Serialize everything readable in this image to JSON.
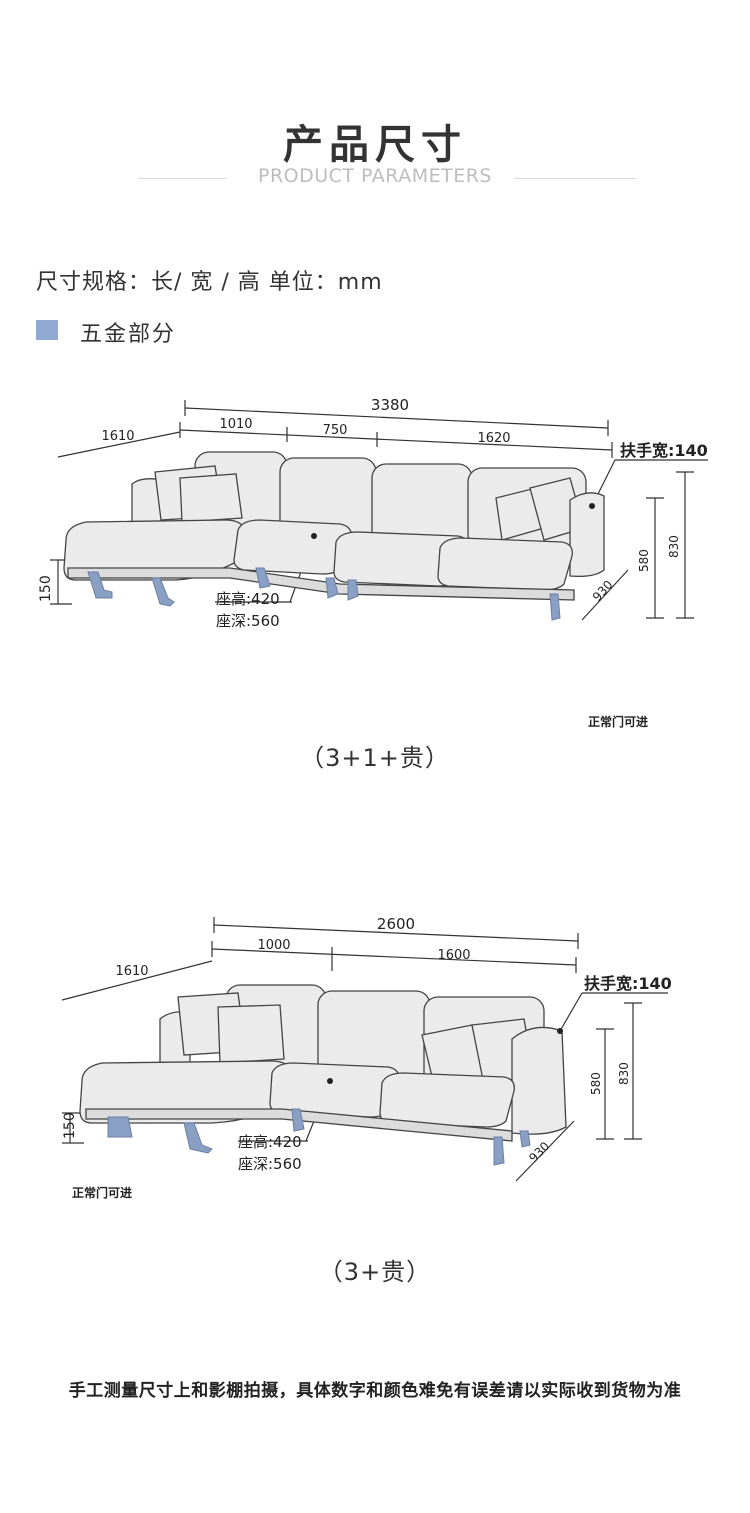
{
  "header": {
    "title": "产品尺寸",
    "subtitle": "PRODUCT PARAMETERS"
  },
  "spec": {
    "line": "尺寸规格：长/ 宽 / 高  单位：mm",
    "section_label": "五金部分"
  },
  "diagram1": {
    "total_width": "3380",
    "left_width": "1610",
    "seg1": "1010",
    "seg2": "750",
    "seg3": "1620",
    "armrest": "扶手宽:140",
    "seat_height": "座高:420",
    "seat_depth": "座深:560",
    "leg_height": "150",
    "arm_height": "580",
    "total_height": "830",
    "depth": "930",
    "door_note": "正常门可进",
    "caption": "（3+1+贵）"
  },
  "diagram2": {
    "total_width": "2600",
    "left_width": "1610",
    "seg1": "1000",
    "seg2": "1600",
    "armrest": "扶手宽:140",
    "seat_height": "座高:420",
    "seat_depth": "座深:560",
    "leg_height": "150",
    "arm_height": "580",
    "total_height": "830",
    "depth": "930",
    "door_note": "正常门可进",
    "caption": "（3+贵）"
  },
  "footer": {
    "note": "手工测量尺寸上和影棚拍摄，具体数字和颜色难免有误差请以实际收到货物为准"
  },
  "colors": {
    "accent": "#8fa9d2",
    "legs": "#8a9fc4",
    "sofa_fill": "#ebebeb",
    "line": "#333333"
  }
}
